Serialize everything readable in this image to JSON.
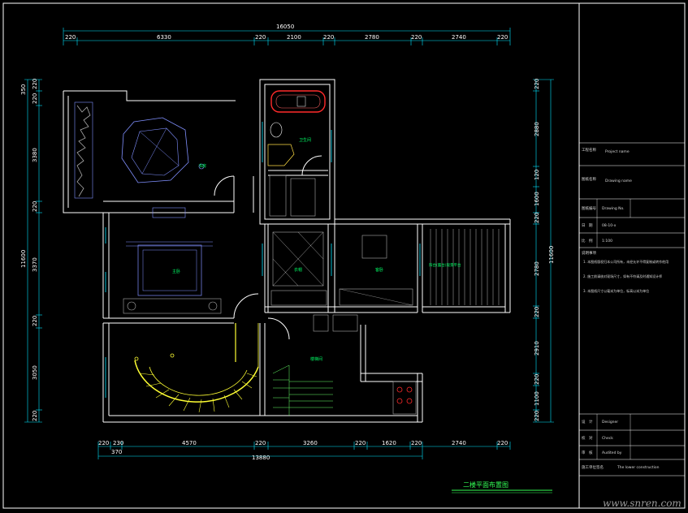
{
  "plan_title": "二楼平面布置图",
  "watermark": "www.snren.com",
  "dims_top": {
    "total": "16050",
    "segments": [
      "220",
      "6330",
      "220",
      "2100",
      "220",
      "2780",
      "220",
      "2740",
      "220"
    ]
  },
  "dims_bottom": {
    "total": "13880",
    "segments": [
      "220",
      "230",
      "4570",
      "220",
      "3260",
      "220",
      "1620",
      "220",
      "2740",
      "220"
    ],
    "sub": "370"
  },
  "dims_left": {
    "total": "11600",
    "segments": [
      "350",
      "220",
      "3380",
      "220",
      "3370",
      "220",
      "3050",
      "220"
    ]
  },
  "dims_right": {
    "total": "11600",
    "segments": [
      "220",
      "2880",
      "120",
      "1600",
      "220",
      "2780",
      "220",
      "2910",
      "220",
      "1100",
      "220"
    ]
  },
  "title_block": {
    "row1_label": "工程名称",
    "row1_value": "Project name",
    "row2_label": "图纸名称",
    "row2_value": "Drawing name",
    "row3_label": "图纸编号",
    "row3_value": "Drawing No.",
    "row4_label": "日　期",
    "row4_value": "08-10-x",
    "row5_label": "比　例",
    "row5_value": "1:100",
    "notes_label": "说明事项",
    "notes": [
      "1. 本图纸版权归本公司所有，未经允许不得复制或转作他用",
      "2. 施工前请核对现场尺寸，如有不符请及时通知设计师",
      "3. 本图纸尺寸以毫米为单位，标高以米为单位"
    ],
    "designer_label": "设　计",
    "designer_value": "Designer",
    "check_label": "校　对",
    "check_value": "Check",
    "audit_label": "审　核",
    "audit_value": "Audited by",
    "unit_label": "施工单位签名",
    "unit_value": "The lower construction"
  },
  "rooms": {
    "study": "书房",
    "bath": "卫生间",
    "master": "主卧",
    "closet": "衣帽",
    "guest": "客卧",
    "balcony": "阳台(露台)观景平台",
    "stair": "楼梯间"
  },
  "colors": {
    "background": "#000000",
    "wall": "#ffffff",
    "dimension": "#00e5ff",
    "room_text": "#00ff66",
    "stair_arc": "#ffff33",
    "bath_tub": "#ff2a2a",
    "furniture": "#8090ff"
  }
}
